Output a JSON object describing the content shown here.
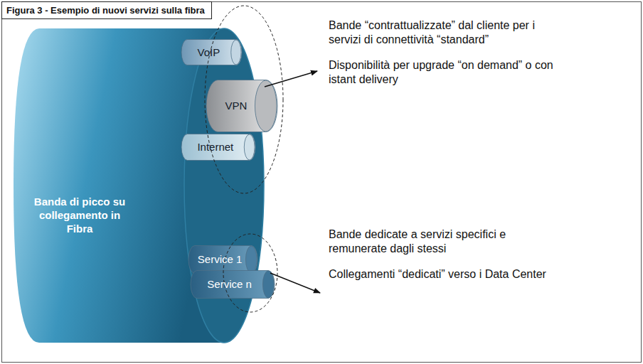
{
  "diagram": {
    "title": "Figura 3 - Esempio di nuovi servizi sulla fibra",
    "nodes": [
      {
        "text": [
          "Banda di picco su collegamento in Fibra"
        ]
      },
      {
        "text": [
          "VoIP"
        ],
        "in": 0
      },
      {
        "text": [
          "VPN"
        ],
        "in": 0
      },
      {
        "text": [
          "Internet"
        ],
        "in": 0
      },
      {
        "text": [
          "Service 1"
        ],
        "in": 0
      },
      {
        "text": [
          "Service n"
        ],
        "in": 0
      }
    ],
    "labels": [
      "Bande “contrattualizzate” dal cliente per i servizi di connettività “standard”",
      "Disponibilità per upgrade “on demand” o con istant delivery",
      "Bande dedicate a servizi specifici e remunerate dagli stessi",
      "Collegamenti “dedicati” verso i Data Center"
    ]
  }
}
